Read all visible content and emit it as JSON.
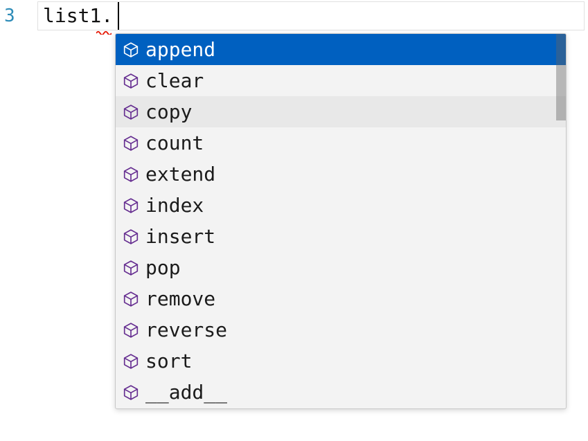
{
  "editor": {
    "line_number": "3",
    "code_text": "list1.",
    "has_cursor": true,
    "squiggle_under": ".",
    "colors": {
      "line_number": "#2E8CB8",
      "code_text": "#111111",
      "current_line_border": "#E0E0E0",
      "error_squiggle": "#E51400"
    }
  },
  "suggest_widget": {
    "kind": "autocomplete-popup",
    "items": [
      {
        "label": "append",
        "icon": "symbol-method-icon",
        "state": "selected"
      },
      {
        "label": "clear",
        "icon": "symbol-method-icon",
        "state": "normal"
      },
      {
        "label": "copy",
        "icon": "symbol-method-icon",
        "state": "hovered"
      },
      {
        "label": "count",
        "icon": "symbol-method-icon",
        "state": "normal"
      },
      {
        "label": "extend",
        "icon": "symbol-method-icon",
        "state": "normal"
      },
      {
        "label": "index",
        "icon": "symbol-method-icon",
        "state": "normal"
      },
      {
        "label": "insert",
        "icon": "symbol-method-icon",
        "state": "normal"
      },
      {
        "label": "pop",
        "icon": "symbol-method-icon",
        "state": "normal"
      },
      {
        "label": "remove",
        "icon": "symbol-method-icon",
        "state": "normal"
      },
      {
        "label": "reverse",
        "icon": "symbol-method-icon",
        "state": "normal"
      },
      {
        "label": "sort",
        "icon": "symbol-method-icon",
        "state": "normal"
      },
      {
        "label": "__add__",
        "icon": "symbol-method-icon",
        "state": "normal"
      }
    ],
    "scrollbar": {
      "visible": true
    },
    "colors": {
      "background": "#F3F3F3",
      "border": "#C8C8C8",
      "selected_background": "#0060C0",
      "selected_foreground": "#FFFFFF",
      "hover_background": "#E8E8E8",
      "label_foreground": "#1B1B1B",
      "method_icon": "#652D90",
      "scrollbar_thumb": "rgba(100,100,100,0.42)"
    }
  }
}
